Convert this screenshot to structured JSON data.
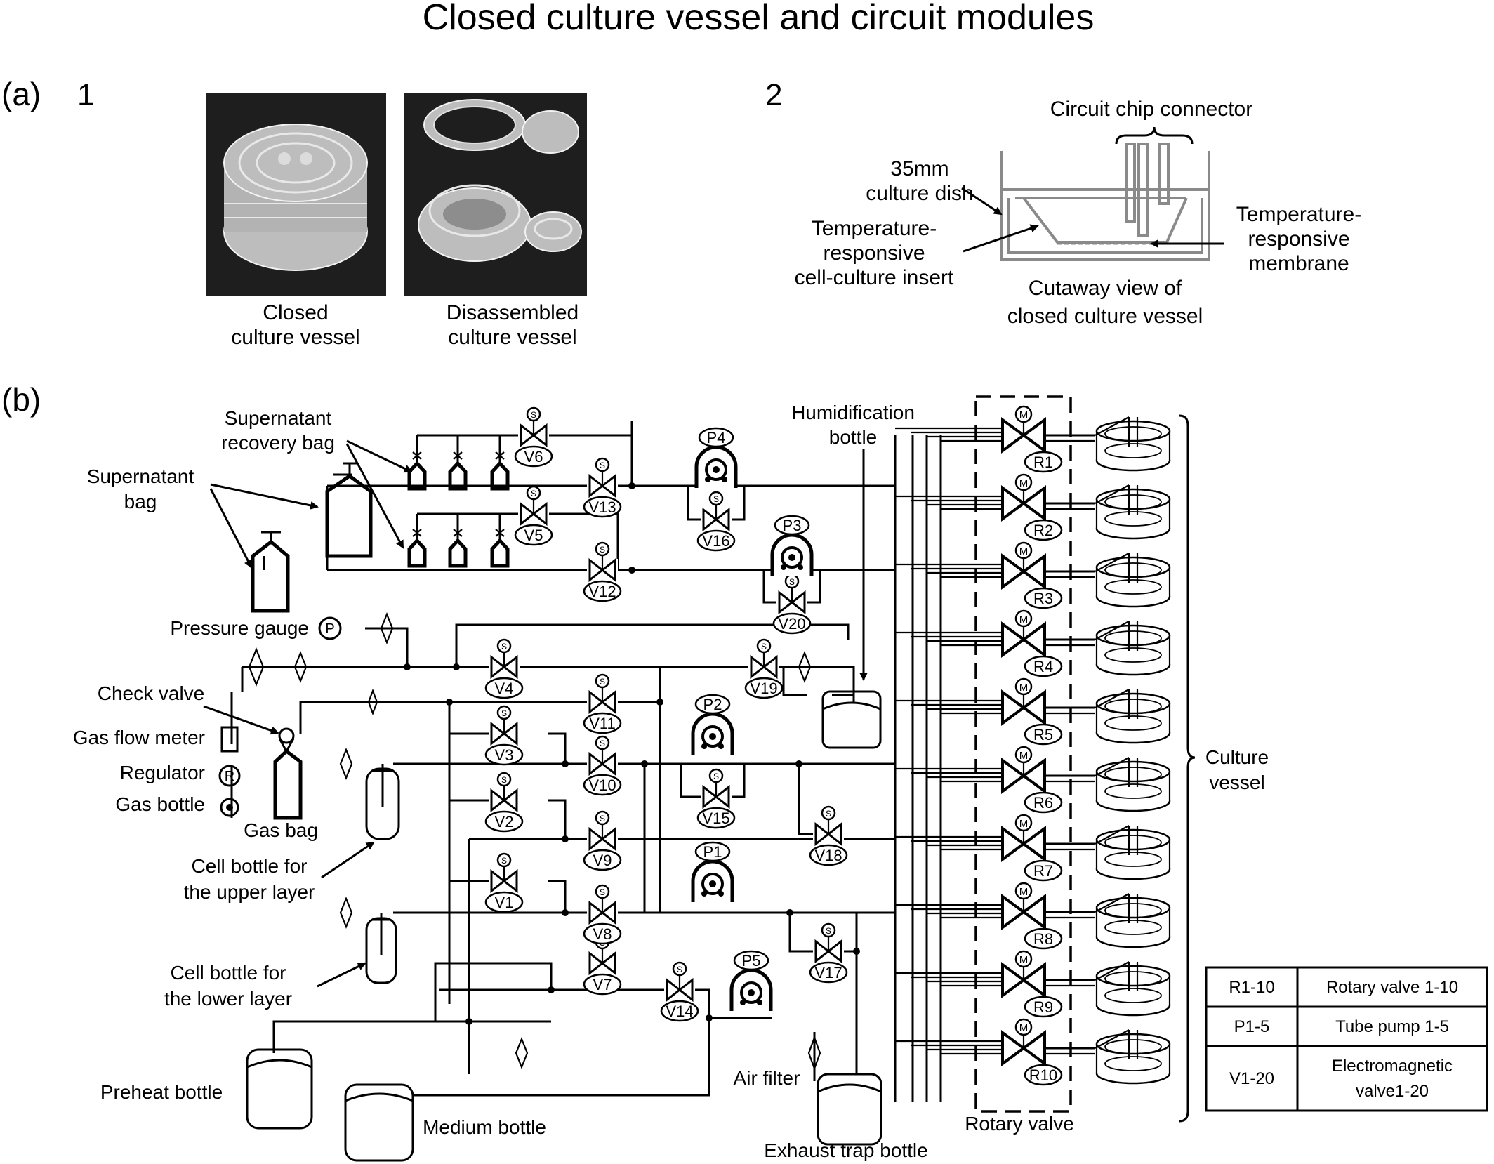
{
  "title": "Closed culture vessel and circuit modules",
  "panel_a": {
    "label": "(a)",
    "part1": {
      "number": "1",
      "photo1_caption": [
        "Closed",
        "culture vessel"
      ],
      "photo2_caption": [
        "Disassembled",
        "culture vessel"
      ]
    },
    "part2": {
      "number": "2",
      "connector": "Circuit chip connector",
      "dish": [
        "35mm",
        "culture dish"
      ],
      "insert": [
        "Temperature-",
        "responsive",
        "cell-culture insert"
      ],
      "membrane": [
        "Temperature-",
        "responsive",
        "membrane"
      ],
      "cutaway": [
        "Cutaway view of",
        "closed culture vessel"
      ]
    }
  },
  "panel_b": {
    "label": "(b)",
    "labels": {
      "supernatant_recovery_bag": [
        "Supernatant",
        "recovery bag"
      ],
      "supernatant_bag": [
        "Supernatant",
        "bag"
      ],
      "humidification_bottle": [
        "Humidification",
        "bottle"
      ],
      "pressure_gauge": "Pressure gauge",
      "check_valve": "Check valve",
      "gas_flow_meter": "Gas flow meter",
      "regulator": "Regulator",
      "gas_bottle": "Gas bottle",
      "gas_bag": "Gas bag",
      "cell_bottle_upper": [
        "Cell bottle for",
        "the upper layer"
      ],
      "cell_bottle_lower": [
        "Cell bottle for",
        "the lower layer"
      ],
      "preheat_bottle": "Preheat bottle",
      "medium_bottle": "Medium bottle",
      "air_filter": "Air filter",
      "exhaust_trap_bottle": "Exhaust trap bottle",
      "rotary_valve": "Rotary valve",
      "culture_vessel": [
        "Culture",
        "vessel"
      ],
      "gauge_symbol": "P",
      "regulator_symbol": "R",
      "motor_symbol": "M",
      "solenoid_symbol": "S"
    },
    "valves": [
      "V1",
      "V2",
      "V3",
      "V4",
      "V5",
      "V6",
      "V7",
      "V8",
      "V9",
      "V10",
      "V11",
      "V12",
      "V13",
      "V14",
      "V15",
      "V16",
      "V17",
      "V18",
      "V19",
      "V20"
    ],
    "pumps": [
      "P1",
      "P2",
      "P3",
      "P4",
      "P5"
    ],
    "rotary_valves": [
      "R1",
      "R2",
      "R3",
      "R4",
      "R5",
      "R6",
      "R7",
      "R8",
      "R9",
      "R10"
    ],
    "legend": [
      {
        "code": "R1-10",
        "desc": [
          "Rotary valve 1-10"
        ]
      },
      {
        "code": "P1-5",
        "desc": [
          "Tube pump 1-5"
        ]
      },
      {
        "code": "V1-20",
        "desc": [
          "Electromagnetic",
          "valve1-20"
        ]
      }
    ]
  }
}
